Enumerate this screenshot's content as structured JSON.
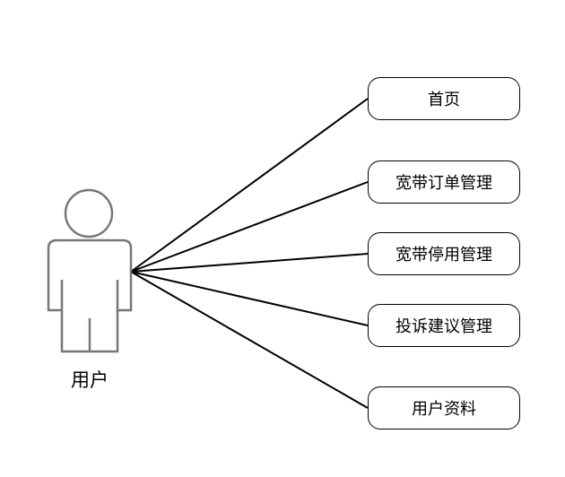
{
  "actor": {
    "label": "用户",
    "icon": "stick-figure-actor-icon"
  },
  "use_cases": [
    {
      "label": "首页"
    },
    {
      "label": "宽带订单管理"
    },
    {
      "label": "宽带停用管理"
    },
    {
      "label": "投诉建议管理"
    },
    {
      "label": "用户资料"
    }
  ],
  "colors": {
    "line": "#000000",
    "actor_stroke": "#777777",
    "actor_fill": "#ffffff",
    "background": "#ffffff"
  }
}
